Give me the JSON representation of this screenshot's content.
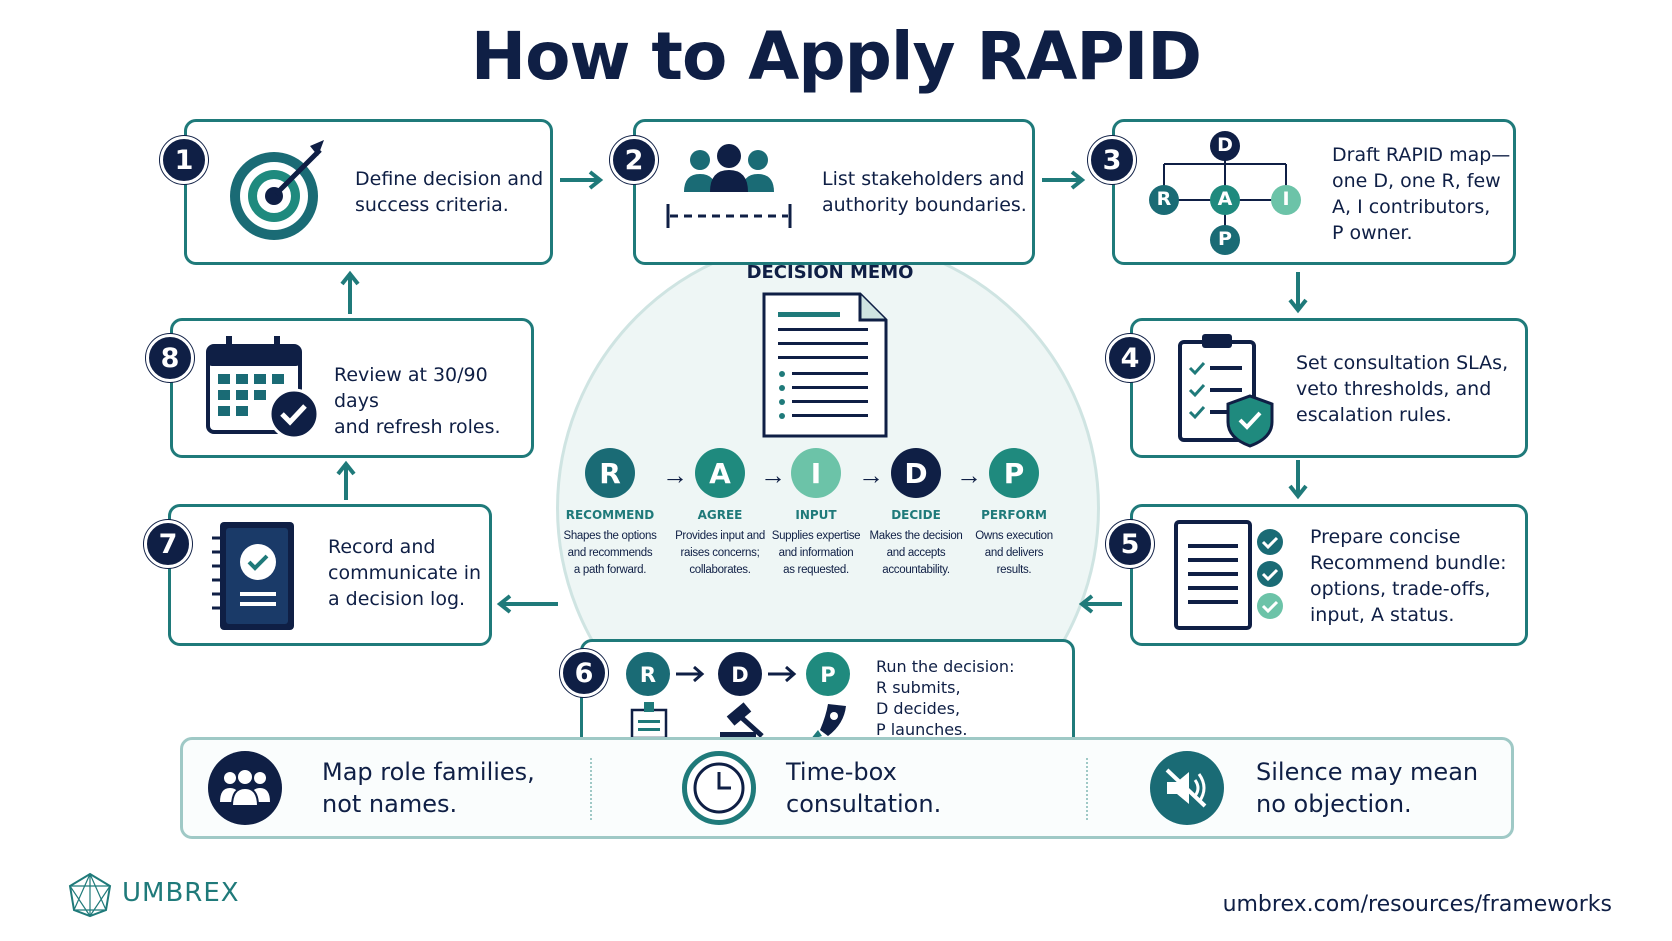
{
  "title": "How to Apply RAPID",
  "steps": [
    {
      "number": "1",
      "text": [
        "Define decision and",
        "success criteria."
      ]
    },
    {
      "number": "2",
      "text": [
        "List stakeholders and",
        "authority boundaries."
      ]
    },
    {
      "number": "3",
      "text": [
        "Draft RAPID map—",
        "one D, one R, few",
        "A, I contributors,",
        "P owner."
      ]
    },
    {
      "number": "4",
      "text": [
        "Set consultation SLAs,",
        "veto thresholds, and",
        "escalation rules."
      ]
    },
    {
      "number": "5",
      "text": [
        "Prepare concise",
        "Recommend bundle:",
        "options, trade-offs,",
        "input, A status."
      ]
    },
    {
      "number": "6",
      "text": [
        "Run the decision:",
        "R submits,",
        "D decides,",
        "P launches."
      ]
    },
    {
      "number": "7",
      "text": [
        "Record and",
        "communicate in",
        "a decision log."
      ]
    },
    {
      "number": "8",
      "text": [
        "Review at 30/90 days",
        "and refresh roles."
      ]
    }
  ],
  "step3_map": {
    "top": "D",
    "left": "R",
    "center": "A",
    "right": "I",
    "bottom": "P"
  },
  "step6_flow": [
    "R",
    "D",
    "P"
  ],
  "memo": {
    "title": "DECISION MEMO",
    "roles": [
      {
        "letter": "R",
        "name": "RECOMMEND",
        "desc": [
          "Shapes the options",
          "and recommends",
          "a path forward."
        ],
        "color": "#1a6b75"
      },
      {
        "letter": "A",
        "name": "AGREE",
        "desc": [
          "Provides input and",
          "raises concerns;",
          "collaborates."
        ],
        "color": "#1f8a7e"
      },
      {
        "letter": "I",
        "name": "INPUT",
        "desc": [
          "Supplies expertise",
          "and information",
          "as requested."
        ],
        "color": "#6cc3a8"
      },
      {
        "letter": "D",
        "name": "DECIDE",
        "desc": [
          "Makes the decision",
          "and accepts",
          "accountability."
        ],
        "color": "#0f1f45"
      },
      {
        "letter": "P",
        "name": "PERFORM",
        "desc": [
          "Owns execution",
          "and delivers",
          "results."
        ],
        "color": "#1f8a7e"
      }
    ]
  },
  "tips": [
    {
      "text": [
        "Map role families,",
        "not names."
      ],
      "icon": "people-icon"
    },
    {
      "text": [
        "Time-box",
        "consultation."
      ],
      "icon": "clock-icon"
    },
    {
      "text": [
        "Silence may mean",
        "no objection."
      ],
      "icon": "muted-speaker-icon"
    }
  ],
  "brand": "UMBREX",
  "url": "umbrex.com/resources/frameworks",
  "colors": {
    "navy": "#0f1f45",
    "teal": "#1f7a7a",
    "light_teal": "#6cc3a8"
  }
}
